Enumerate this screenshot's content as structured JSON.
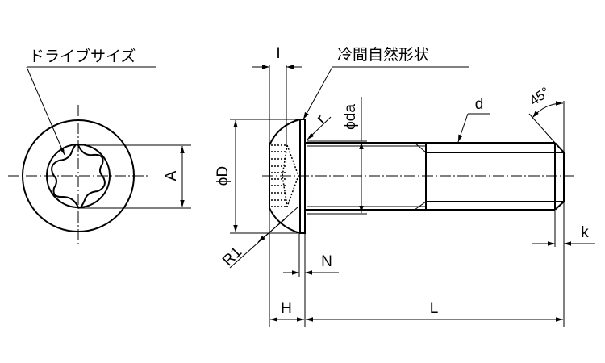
{
  "labels": {
    "drive_size": "ドライブサイズ",
    "cold_forged_shape": "冷間自然形状",
    "A": "A",
    "I": "I",
    "phi_D": "ϕD",
    "phi_da": "ϕda",
    "r": "r",
    "R1": "R1",
    "N": "N",
    "H": "H",
    "L": "L",
    "d": "d",
    "k": "k",
    "angle": "45°"
  }
}
